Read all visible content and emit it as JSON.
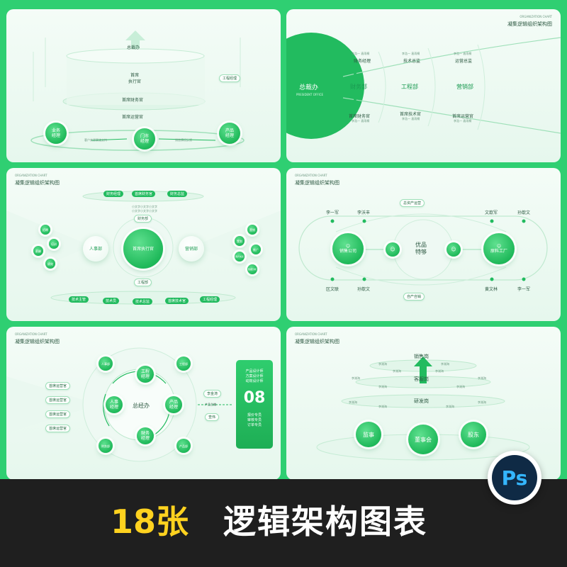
{
  "banner": {
    "count": "18张",
    "title": "逻辑架构图表",
    "ps_badge": "Ps"
  },
  "colors": {
    "accent": "#22bb5f",
    "banner_bg": "#1f1f1f",
    "count_yellow": "#ffd21f",
    "ps_blue": "#34b6ff"
  },
  "panel1": {
    "levels": [
      "总裁办",
      "首席\n执行官",
      "首席财务官",
      "首席运营官"
    ],
    "side_label": "工程经理",
    "nodes": [
      "业务\n经理",
      "门市\n经理",
      "产品\n经理"
    ],
    "flow_left": "客户来源渠道支持",
    "flow_right": "销售情况反馈"
  },
  "panel2": {
    "title": "凝集逻辑组织架构图",
    "subtitle": "ORGANIZATION CHART",
    "hub": "总裁办",
    "hub_en": "PRESIDENT OFFICE",
    "depts": [
      "财务部",
      "工程部",
      "营销部"
    ],
    "top_roles": [
      "财务经理",
      "技术总监",
      "运营总监"
    ],
    "bottom_roles": [
      "首席财务官",
      "首席技术官",
      "首席运营官"
    ],
    "person": "李浩一 袁雨桐"
  },
  "panel3": {
    "subtitle": "ORGANIZATION CHART",
    "title": "凝集逻辑组织架构图",
    "top_pills": [
      "财务经理",
      "首席财务官",
      "财务总监"
    ],
    "desc": "小文字小文字小文字",
    "top_tag": "财务部",
    "center": "首席执行官",
    "left": "人事部",
    "right": "营销部",
    "left_pills": [
      "招聘",
      "培训",
      "薪酬",
      "绩效"
    ],
    "right_pills": [
      "营销",
      "策划",
      "推广",
      "客户关系",
      "数据分析"
    ],
    "bottom_tag": "工程部",
    "bottom_pills": [
      "技术主管",
      "技术员",
      "技术总监",
      "首席技术官",
      "工程经理"
    ]
  },
  "panel4": {
    "subtitle": "ORGANIZATION CHART",
    "title": "凝集逻辑组织架构图",
    "top_label": "总资产运营",
    "bottom_label": "自产自销",
    "left": "销售公司",
    "right": "原料工厂",
    "center": "优品\n特够",
    "names_top": [
      "李一军",
      "李沃丰",
      "文歆军",
      "孙歆文"
    ],
    "names_bottom": [
      "区文联",
      "孙歆文",
      "黄文林",
      "李一军"
    ]
  },
  "panel5": {
    "subtitle": "ORGANIZATION CHART",
    "title": "凝集逻辑组织架构图",
    "center": "总经办",
    "ring": [
      "工程\n经理",
      "产品\n经理",
      "财务\n经理",
      "人事\n经理"
    ],
    "outer": [
      "人事部",
      "工程部",
      "产品部",
      "财务部"
    ],
    "left_pills": [
      "首席运营官",
      "首席运营官",
      "首席运营官",
      "首席运营官"
    ],
    "right_pills": [
      "李金涛",
      "产品主编",
      "查伟"
    ],
    "card_top": [
      "产品设计师",
      "方案设计师",
      "动效设计师"
    ],
    "card_number": "08",
    "card_bottom": [
      "报价专员",
      "审核专员",
      "订单专员"
    ]
  },
  "panel6": {
    "subtitle": "ORGANIZATION CHART",
    "title": "凝集逻辑组织架构图",
    "levels": [
      "销售岗",
      "客服岗",
      "研发岗"
    ],
    "person": "李湖海",
    "base": [
      "监事",
      "董事会",
      "股东"
    ]
  }
}
